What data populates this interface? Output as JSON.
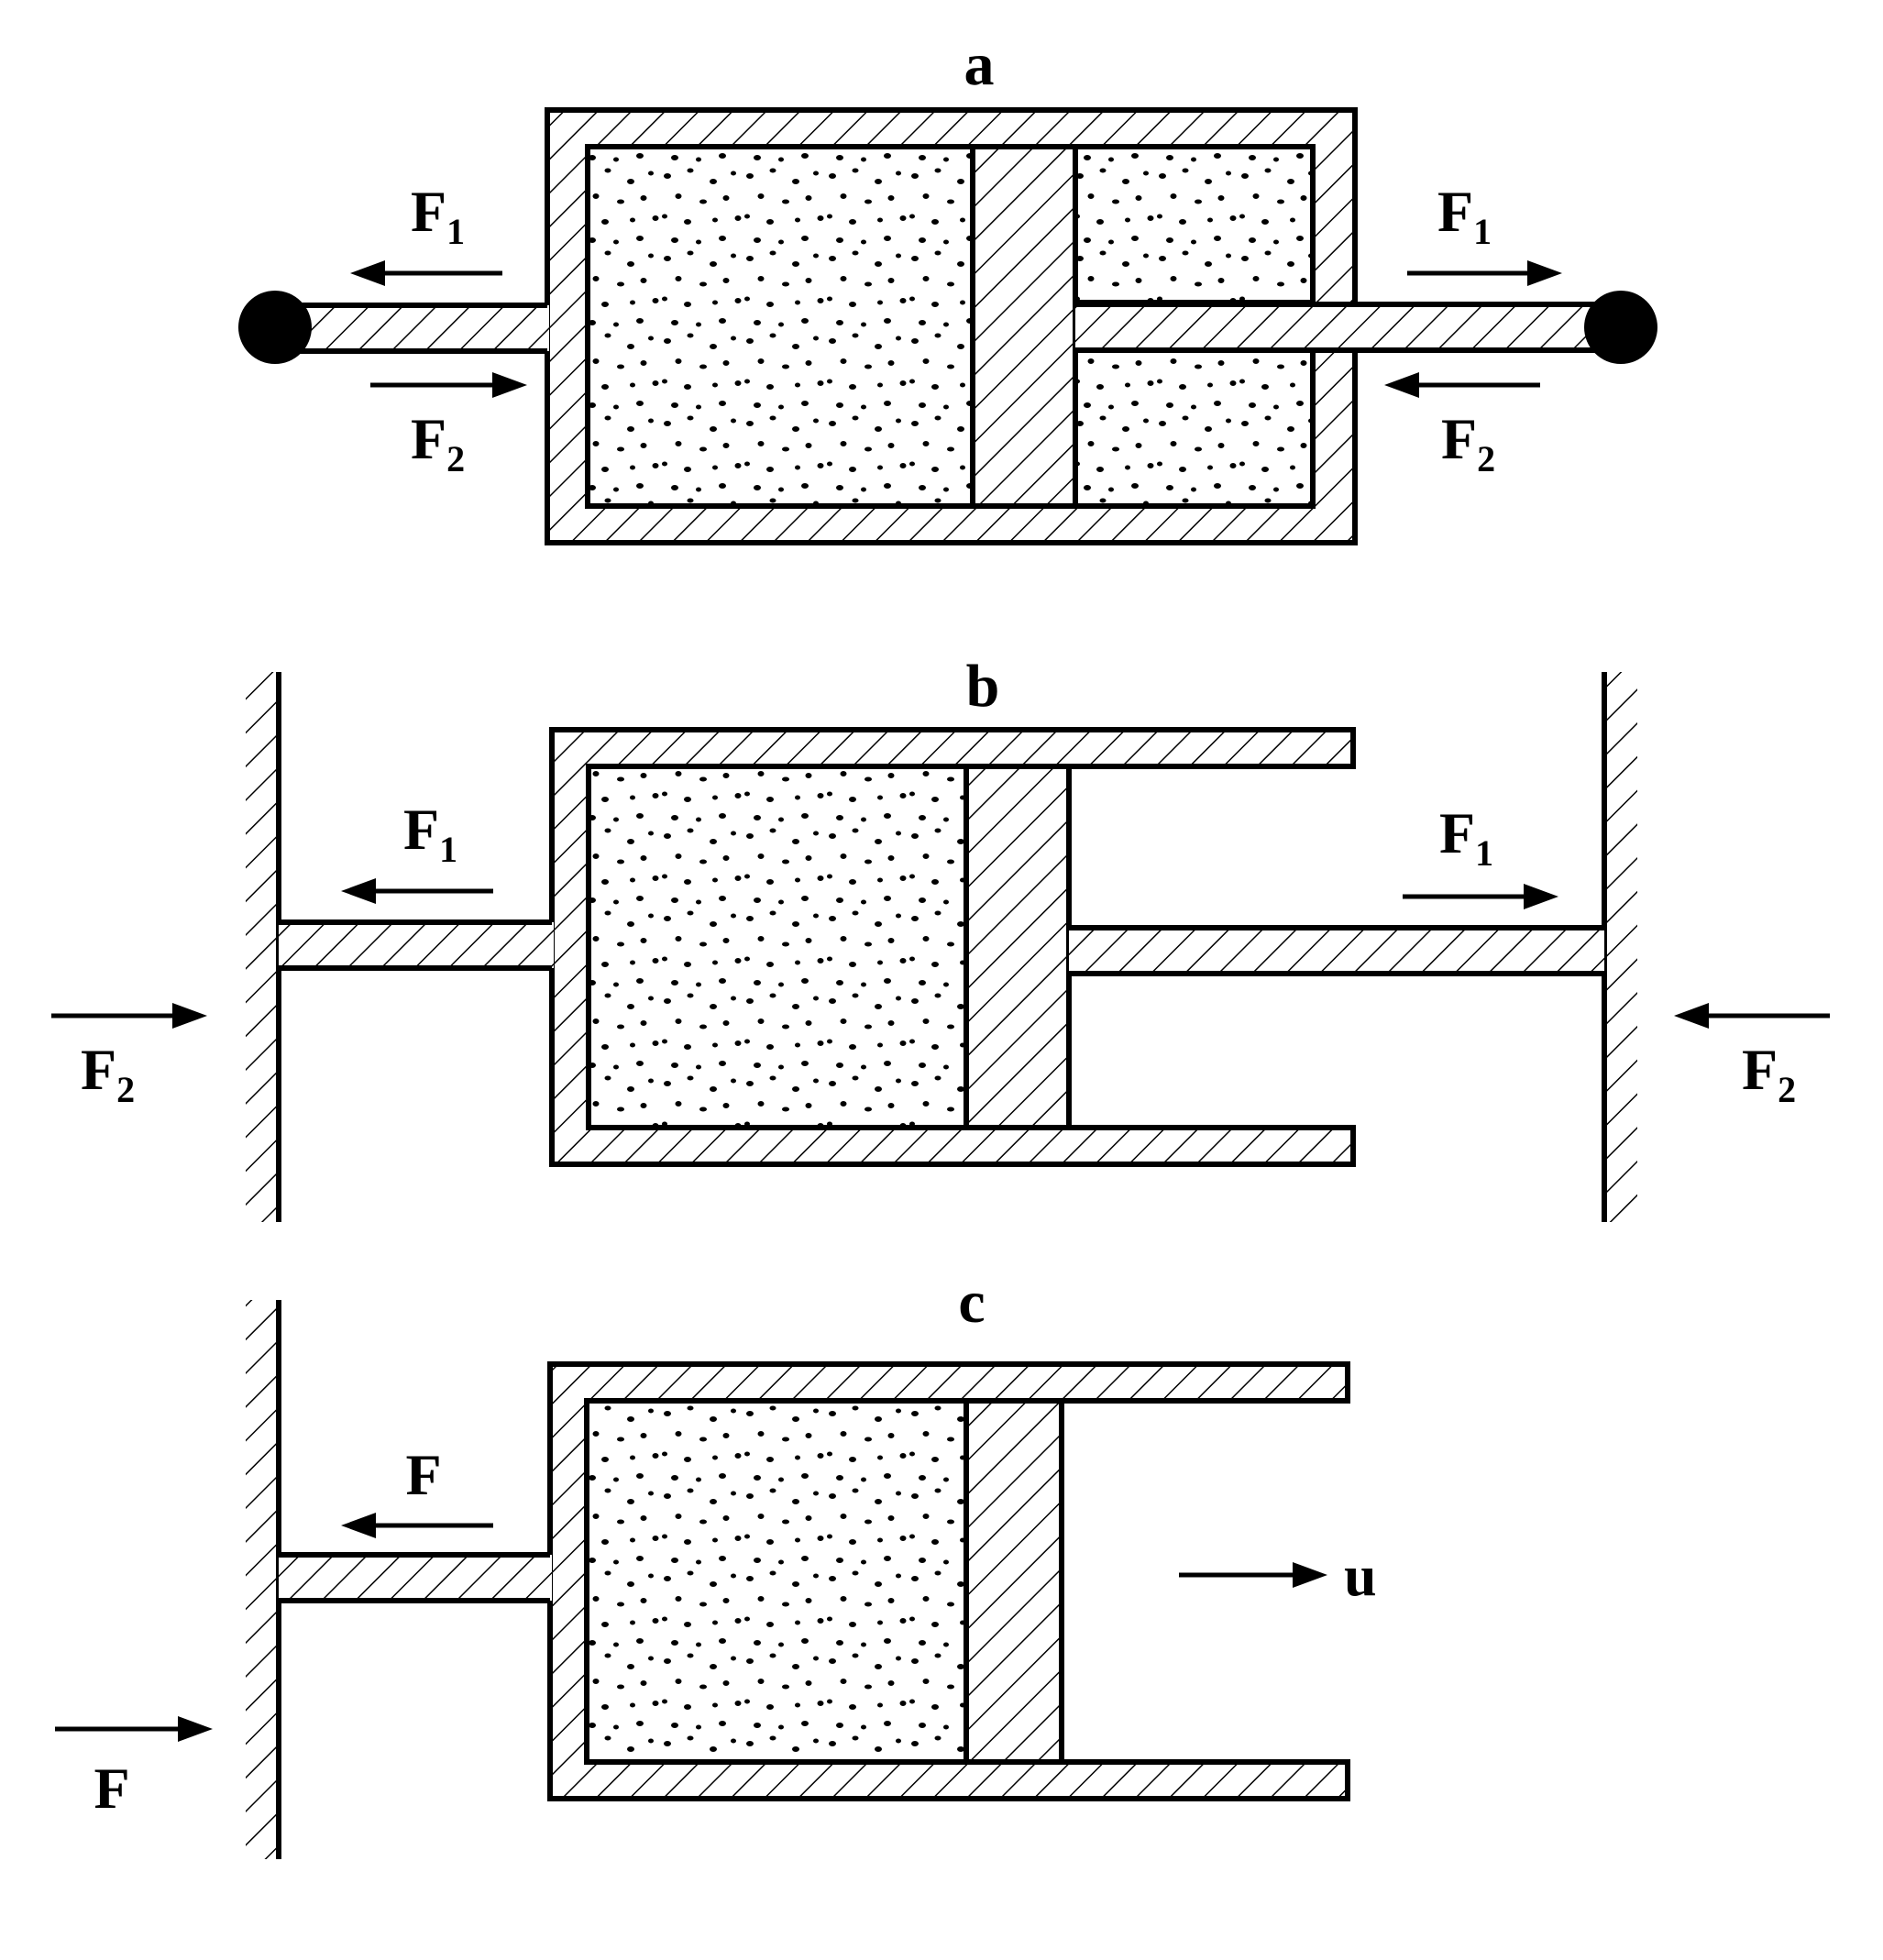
{
  "colors": {
    "ink": "#000000",
    "paper": "#ffffff"
  },
  "panels": {
    "a": {
      "title": "a",
      "left_top": {
        "main": "F",
        "sub": "1"
      },
      "left_bottom": {
        "main": "F",
        "sub": "2"
      },
      "right_top": {
        "main": "F",
        "sub": "1"
      },
      "right_bottom": {
        "main": "F",
        "sub": "2"
      }
    },
    "b": {
      "title": "b",
      "left_top": {
        "main": "F",
        "sub": "1"
      },
      "left_wall": {
        "main": "F",
        "sub": "2"
      },
      "right_top": {
        "main": "F",
        "sub": "1"
      },
      "right_wall": {
        "main": "F",
        "sub": "2"
      }
    },
    "c": {
      "title": "c",
      "left_top": {
        "main": "F"
      },
      "left_wall": {
        "main": "F"
      },
      "velocity": {
        "main": "u"
      }
    }
  }
}
